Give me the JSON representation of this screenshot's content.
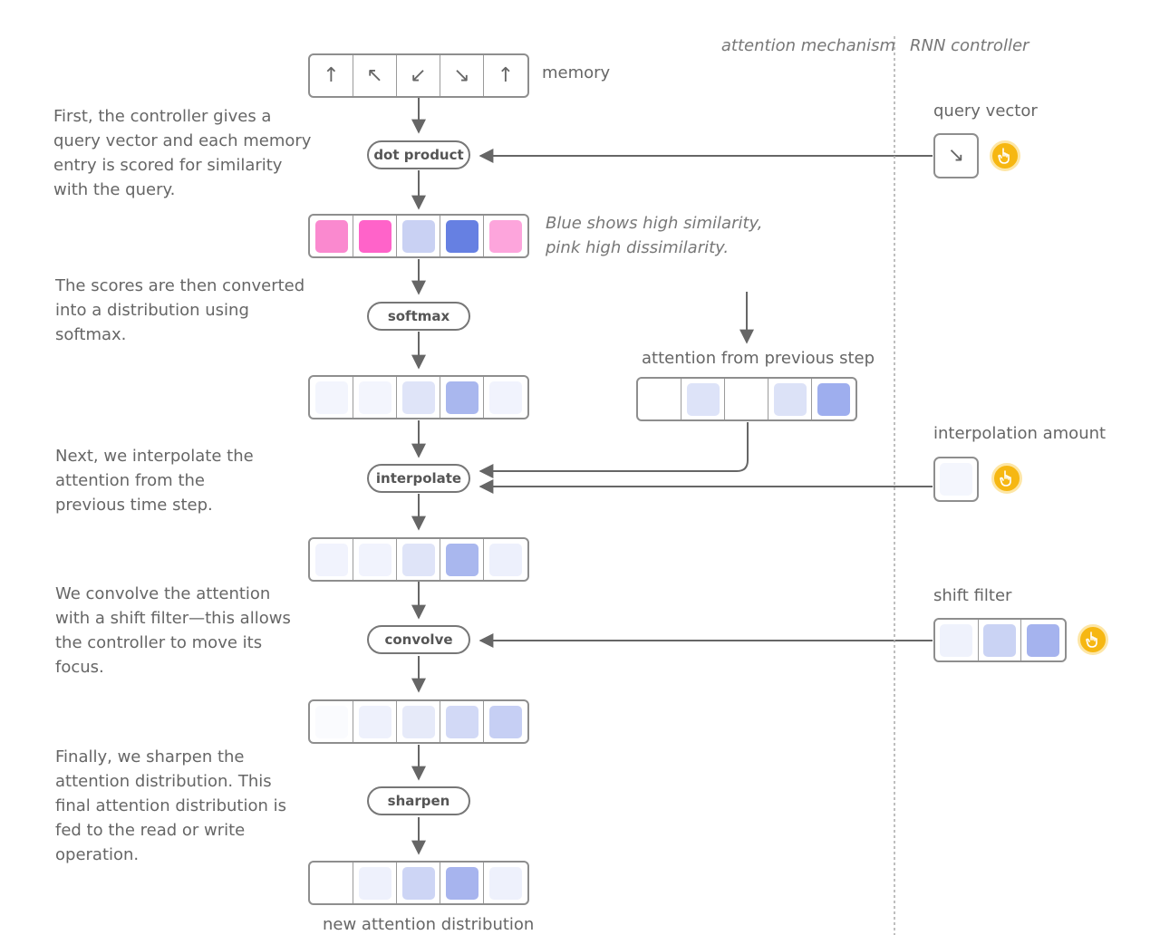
{
  "headers": {
    "attention": "attention mechanism",
    "controller": "RNN controller"
  },
  "memory": {
    "label": "memory",
    "arrows": [
      "↑",
      "↖",
      "↙",
      "↘",
      "↑"
    ]
  },
  "steps": [
    {
      "op": "dot product",
      "text": "First, the controller gives a query vector and each memory entry is scored for similarity with the query."
    },
    {
      "op": "softmax",
      "text": "The scores are then converted into a distribution using softmax."
    },
    {
      "op": "interpolate",
      "text": "Next, we interpolate the attention from the previous time step."
    },
    {
      "op": "convolve",
      "text": "We convolve the attention with a shift filter—this allows the controller to move its focus."
    },
    {
      "op": "sharpen",
      "text": "Finally, we sharpen the attention distribution. This final attention distribution is fed to the read or write operation."
    }
  ],
  "similarity_note": {
    "line1": "Blue shows high similarity,",
    "line2": "pink high dissimilarity."
  },
  "previous": {
    "label": "attention from previous step",
    "cells": [
      "#ffffff",
      "#dde3f8",
      "#ffffff",
      "#dce2f7",
      "#9eaeee"
    ]
  },
  "rows": {
    "scores": [
      "#fa89cf",
      "#ff63c9",
      "#c9d1f3",
      "#6680e2",
      "#fda5dc"
    ],
    "softmax": [
      "#f3f5fd",
      "#f3f5fd",
      "#dfe4f8",
      "#a9b7ee",
      "#f1f3fd"
    ],
    "interpolated": [
      "#f1f3fd",
      "#f1f3fd",
      "#dfe4f8",
      "#a9b7ee",
      "#edf0fc"
    ],
    "convolved": [
      "#fafbfe",
      "#eef1fc",
      "#e6eaf9",
      "#d2d9f6",
      "#c6cff4"
    ],
    "final": [
      "#ffffff",
      "#eef1fc",
      "#cdd5f5",
      "#a7b4ee",
      "#eef1fc"
    ]
  },
  "controller": {
    "query_label": "query vector",
    "query_glyph": "↘",
    "interp_label": "interpolation amount",
    "interp_color": "#f4f6fd",
    "shift_label": "shift filter",
    "shift_cells": [
      "#eff2fc",
      "#cad3f4",
      "#a5b3ee"
    ]
  },
  "final_label": "new attention distribution",
  "colors": {
    "stroke": "#666666",
    "hand": "#f6b712"
  }
}
